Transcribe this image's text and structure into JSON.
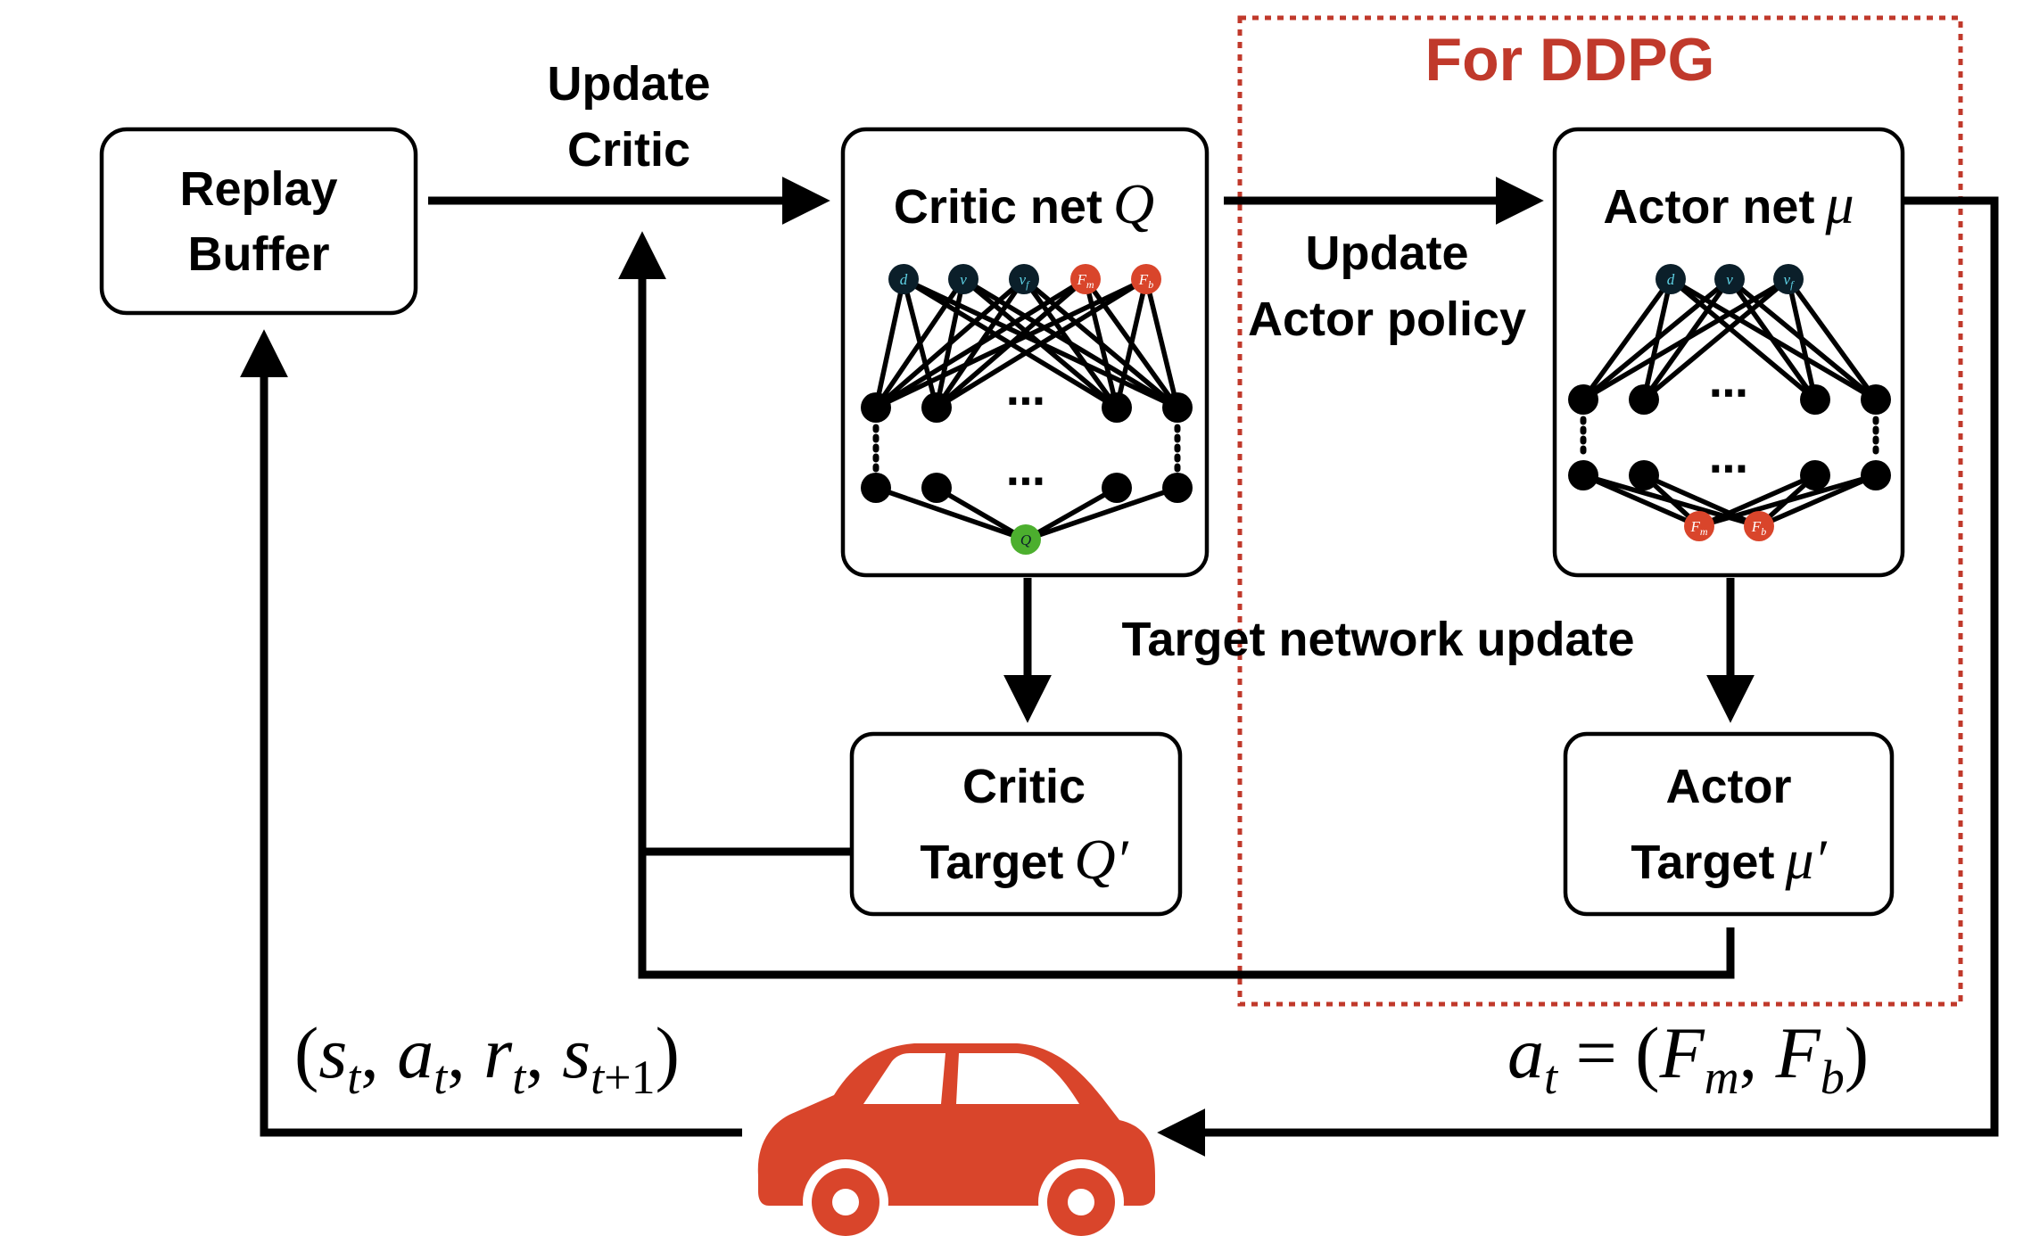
{
  "boxes": {
    "replay_buffer": [
      "Replay",
      "Buffer"
    ],
    "critic_net": "Critic net",
    "critic_net_symbol": "Q",
    "actor_net": "Actor net",
    "actor_net_symbol": "μ",
    "critic_target": [
      "Critic",
      "Target"
    ],
    "critic_target_symbol": "Q′",
    "actor_target": [
      "Actor",
      "Target"
    ],
    "actor_target_symbol": "μ′"
  },
  "labels": {
    "update_critic": [
      "Update",
      "Critic"
    ],
    "update_actor": [
      "Update",
      "Actor policy"
    ],
    "target_update": "Target network update",
    "ddpg_region": "For DDPG"
  },
  "network_nodes": {
    "critic_inputs": [
      "d",
      "v",
      "vf",
      "Fm",
      "Fb"
    ],
    "critic_output": "Q",
    "actor_inputs": [
      "d",
      "v",
      "vf"
    ],
    "actor_outputs": [
      "Fm",
      "Fb"
    ],
    "ellipsis": "⋯"
  },
  "formulas": {
    "transition": "(st, at, rt, st+1)",
    "action": "at = (Fm, Fb)"
  },
  "colors": {
    "ddpg_accent": "#c0392b",
    "input_node": "#0b1f2a",
    "input_text": "#5fd3e6",
    "force_node": "#d9452b",
    "q_node": "#4caf2e",
    "car": "#d9452b"
  },
  "icons": {
    "vehicle": "car-icon"
  }
}
